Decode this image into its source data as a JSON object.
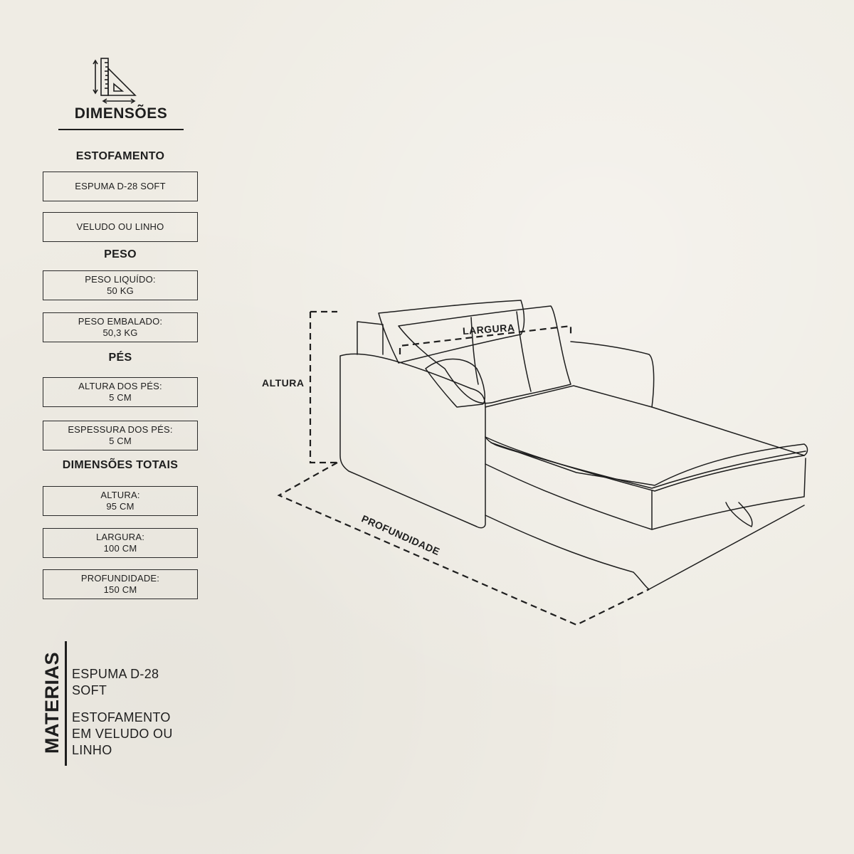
{
  "header": {
    "title": "DIMENSÕES",
    "icon": "ruler-triangle-icon"
  },
  "sections": {
    "estofamento": {
      "heading": "ESTOFAMENTO",
      "items": [
        "ESPUMA D-28 SOFT",
        "VELUDO OU LINHO"
      ]
    },
    "peso": {
      "heading": "PESO",
      "items": [
        {
          "label": "PESO LIQUÍDO:",
          "value": "50 KG"
        },
        {
          "label": "PESO EMBALADO:",
          "value": "50,3 KG"
        }
      ]
    },
    "pes": {
      "heading": "PÉS",
      "items": [
        {
          "label": "ALTURA DOS PÉS:",
          "value": "5 CM"
        },
        {
          "label": "ESPESSURA DOS PÉS:",
          "value": "5 CM"
        }
      ]
    },
    "totais": {
      "heading": "DIMENSÕES TOTAIS",
      "items": [
        {
          "label": "ALTURA:",
          "value": "95 CM"
        },
        {
          "label": "LARGURA:",
          "value": "100 CM"
        },
        {
          "label": "PROFUNDIDADE:",
          "value": "150 CM"
        }
      ]
    }
  },
  "materials": {
    "heading": "MATERIAS",
    "items": [
      "ESPUMA D-28\nSOFT",
      "ESTOFAMENTO\nEM VELUDO OU\nLINHO"
    ]
  },
  "diagram": {
    "height_label": "ALTURA",
    "width_label": "LARGURA",
    "depth_label": "PROFUNDIDADE"
  },
  "colors": {
    "background": "#efece4",
    "ink": "#1e1e1e"
  }
}
